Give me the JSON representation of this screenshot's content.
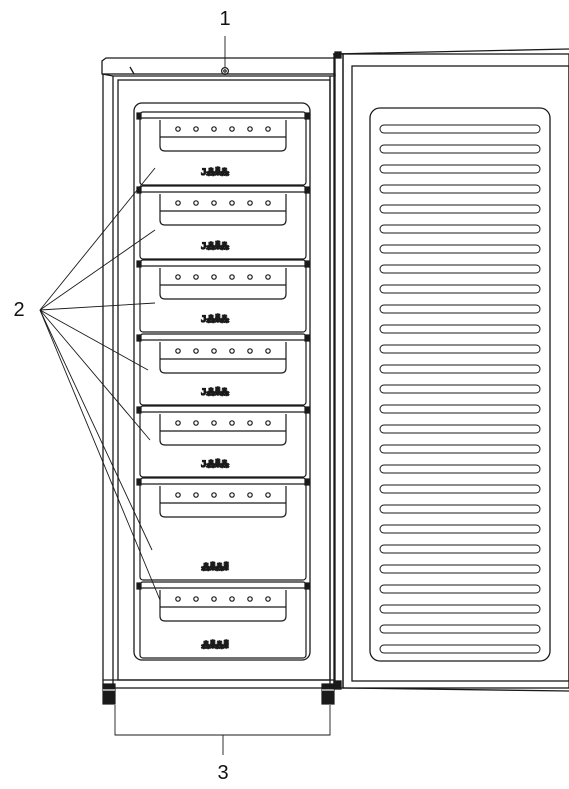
{
  "callouts": {
    "top_hinge": "1",
    "drawers": "2",
    "feet": "3"
  },
  "drawer_codes": [
    "J⁂⁑⁂",
    "J⁂⁑⁂",
    "J⁂⁑⁂",
    "J⁂⁑⁂",
    "J⁂⁑⁂",
    "⁂⁑⁂⁑",
    "⁂⁑⁂⁑"
  ],
  "colors": {
    "line": "#1a1a1a",
    "background": "#ffffff"
  }
}
